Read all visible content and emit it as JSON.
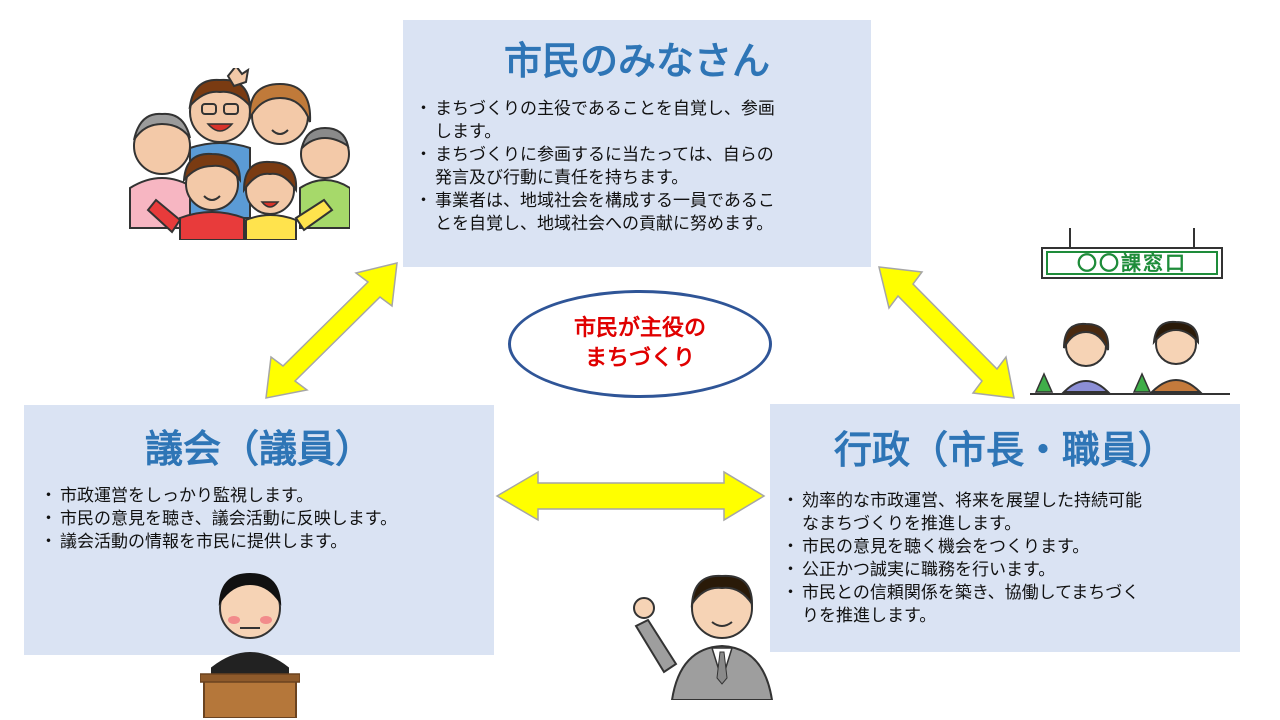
{
  "citizens": {
    "title": "市民のみなさん",
    "bullets": [
      "まちづくりの主役であることを自覚し、参画\nします。",
      "まちづくりに参画するに当たっては、自らの\n発言及び行動に責任を持ちます。",
      "事業者は、地域社会を構成する一員であるこ\nとを自覚し、地域社会への貢献に努めます。"
    ]
  },
  "assembly": {
    "title": "議会（議員）",
    "bullets": [
      "市政運営をしっかり監視します。",
      "市民の意見を聴き、議会活動に反映します。",
      "議会活動の情報を市民に提供します。"
    ]
  },
  "administration": {
    "title": "行政（市長・職員）",
    "bullets": [
      "効率的な市政運営、将来を展望した持続可能\nなまちづくりを推進します。",
      "市民の意見を聴く機会をつくります。",
      "公正かつ誠実に職務を行います。",
      "市民との信頼関係を築き、協働してまちづく\nりを推進します。"
    ]
  },
  "center": {
    "line1": "市民が主役の",
    "line2": "まちづくり"
  },
  "window_sign": "〇〇課窓口",
  "colors": {
    "box_fill": "#dae3f3",
    "title_text": "#2e75b6",
    "arrow_fill": "#ffff00",
    "arrow_stroke": "#a6a6a6",
    "center_border": "#2f5597",
    "center_text": "#e00000",
    "sign_text": "#1e8c3a"
  }
}
